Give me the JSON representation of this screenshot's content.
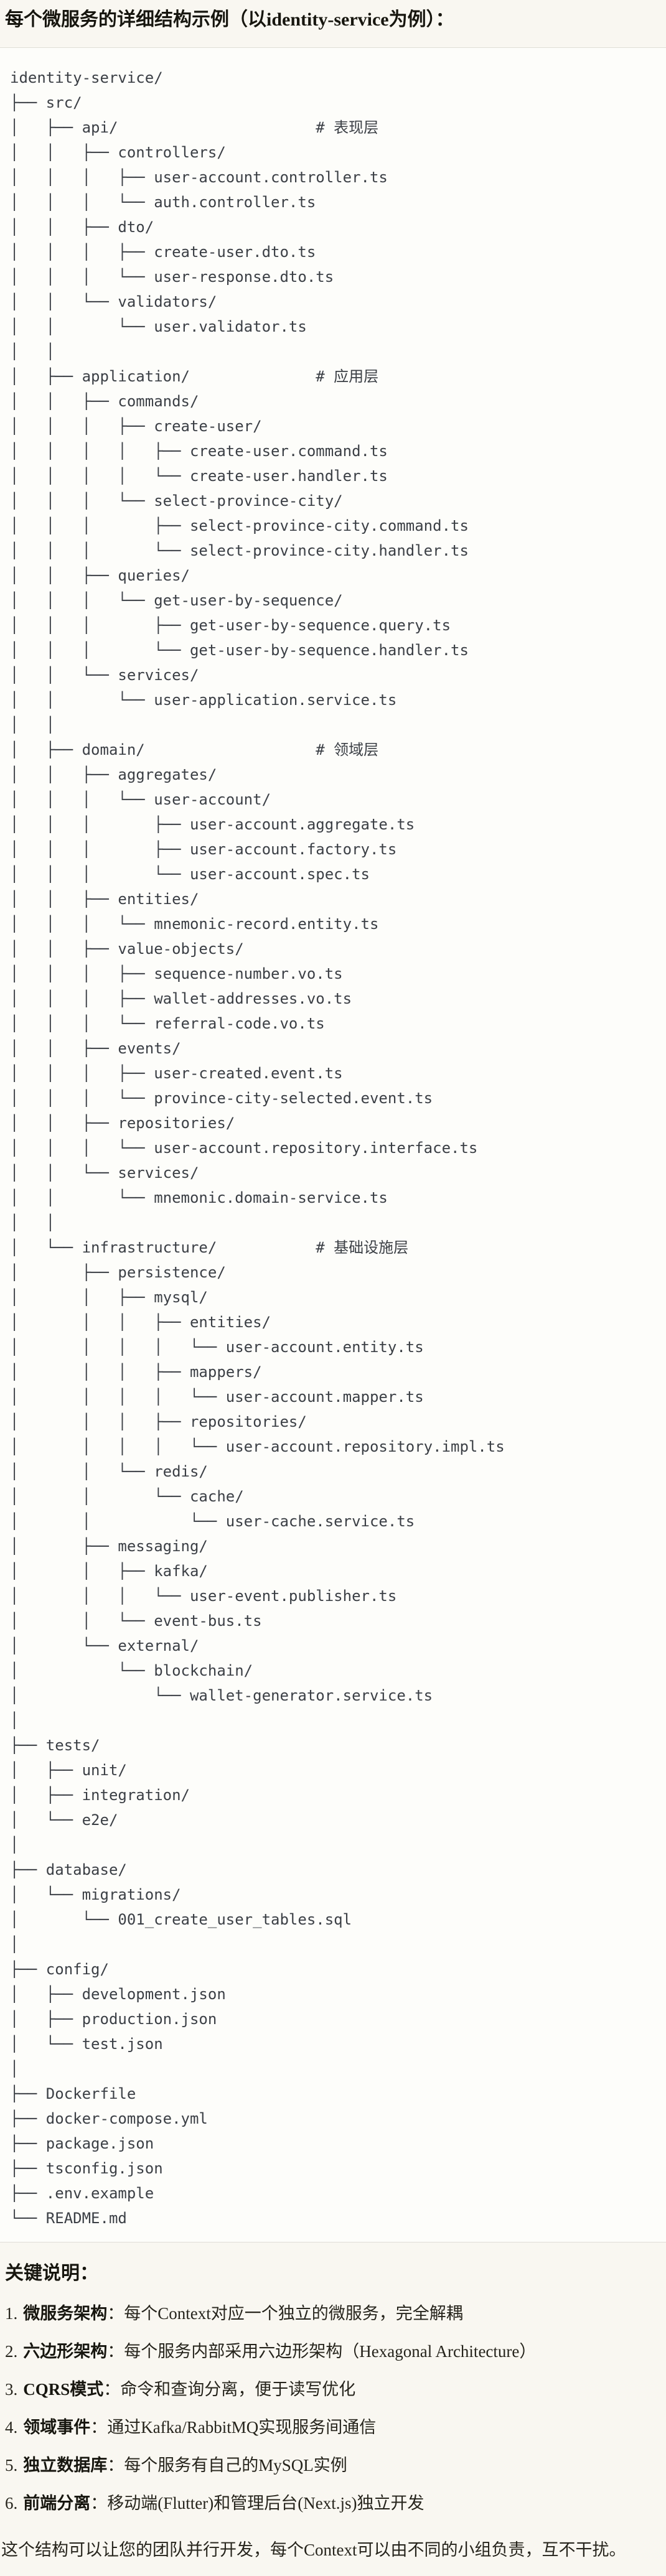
{
  "header": {
    "title": "每个微服务的详细结构示例（以identity-service为例）："
  },
  "tree": {
    "lines": [
      "identity-service/",
      "├── src/",
      "│   ├── api/                      # 表现层",
      "│   │   ├── controllers/",
      "│   │   │   ├── user-account.controller.ts",
      "│   │   │   └── auth.controller.ts",
      "│   │   ├── dto/",
      "│   │   │   ├── create-user.dto.ts",
      "│   │   │   └── user-response.dto.ts",
      "│   │   └── validators/",
      "│   │       └── user.validator.ts",
      "│   │",
      "│   ├── application/              # 应用层",
      "│   │   ├── commands/",
      "│   │   │   ├── create-user/",
      "│   │   │   │   ├── create-user.command.ts",
      "│   │   │   │   └── create-user.handler.ts",
      "│   │   │   └── select-province-city/",
      "│   │   │       ├── select-province-city.command.ts",
      "│   │   │       └── select-province-city.handler.ts",
      "│   │   ├── queries/",
      "│   │   │   └── get-user-by-sequence/",
      "│   │   │       ├── get-user-by-sequence.query.ts",
      "│   │   │       └── get-user-by-sequence.handler.ts",
      "│   │   └── services/",
      "│   │       └── user-application.service.ts",
      "│   │",
      "│   ├── domain/                   # 领域层",
      "│   │   ├── aggregates/",
      "│   │   │   └── user-account/",
      "│   │   │       ├── user-account.aggregate.ts",
      "│   │   │       ├── user-account.factory.ts",
      "│   │   │       └── user-account.spec.ts",
      "│   │   ├── entities/",
      "│   │   │   └── mnemonic-record.entity.ts",
      "│   │   ├── value-objects/",
      "│   │   │   ├── sequence-number.vo.ts",
      "│   │   │   ├── wallet-addresses.vo.ts",
      "│   │   │   └── referral-code.vo.ts",
      "│   │   ├── events/",
      "│   │   │   ├── user-created.event.ts",
      "│   │   │   └── province-city-selected.event.ts",
      "│   │   ├── repositories/",
      "│   │   │   └── user-account.repository.interface.ts",
      "│   │   └── services/",
      "│   │       └── mnemonic.domain-service.ts",
      "│   │",
      "│   └── infrastructure/           # 基础设施层",
      "│       ├── persistence/",
      "│       │   ├── mysql/",
      "│       │   │   ├── entities/",
      "│       │   │   │   └── user-account.entity.ts",
      "│       │   │   ├── mappers/",
      "│       │   │   │   └── user-account.mapper.ts",
      "│       │   │   ├── repositories/",
      "│       │   │   │   └── user-account.repository.impl.ts",
      "│       │   └── redis/",
      "│       │       └── cache/",
      "│       │           └── user-cache.service.ts",
      "│       ├── messaging/",
      "│       │   ├── kafka/",
      "│       │   │   └── user-event.publisher.ts",
      "│       │   └── event-bus.ts",
      "│       └── external/",
      "│           └── blockchain/",
      "│               └── wallet-generator.service.ts",
      "│",
      "├── tests/",
      "│   ├── unit/",
      "│   ├── integration/",
      "│   └── e2e/",
      "│",
      "├── database/",
      "│   └── migrations/",
      "│       └── 001_create_user_tables.sql",
      "│",
      "├── config/",
      "│   ├── development.json",
      "│   ├── production.json",
      "│   └── test.json",
      "│",
      "├── Dockerfile",
      "├── docker-compose.yml",
      "├── package.json",
      "├── tsconfig.json",
      "├── .env.example",
      "└── README.md"
    ]
  },
  "notes": {
    "heading": "关键说明：",
    "items": [
      {
        "num": "1.",
        "term": "微服务架构",
        "text": "：每个Context对应一个独立的微服务，完全解耦"
      },
      {
        "num": "2.",
        "term": "六边形架构",
        "text": "：每个服务内部采用六边形架构（Hexagonal Architecture）"
      },
      {
        "num": "3.",
        "term": "CQRS模式",
        "text": "：命令和查询分离，便于读写优化"
      },
      {
        "num": "4.",
        "term": "领域事件",
        "text": "：通过Kafka/RabbitMQ实现服务间通信"
      },
      {
        "num": "5.",
        "term": "独立数据库",
        "text": "：每个服务有自己的MySQL实例"
      },
      {
        "num": "6.",
        "term": "前端分离",
        "text": "：移动端(Flutter)和管理后台(Next.js)独立开发"
      }
    ],
    "footer": "这个结构可以让您的团队并行开发，每个Context可以由不同的小组负责，互不干扰。"
  },
  "colors": {
    "page_background": "#f9f7f1",
    "code_background": "#fdfdfa",
    "code_border": "#e0ded7",
    "tree_text": "#3b3f45",
    "heading_text": "#17160f",
    "body_text": "#26241c"
  }
}
